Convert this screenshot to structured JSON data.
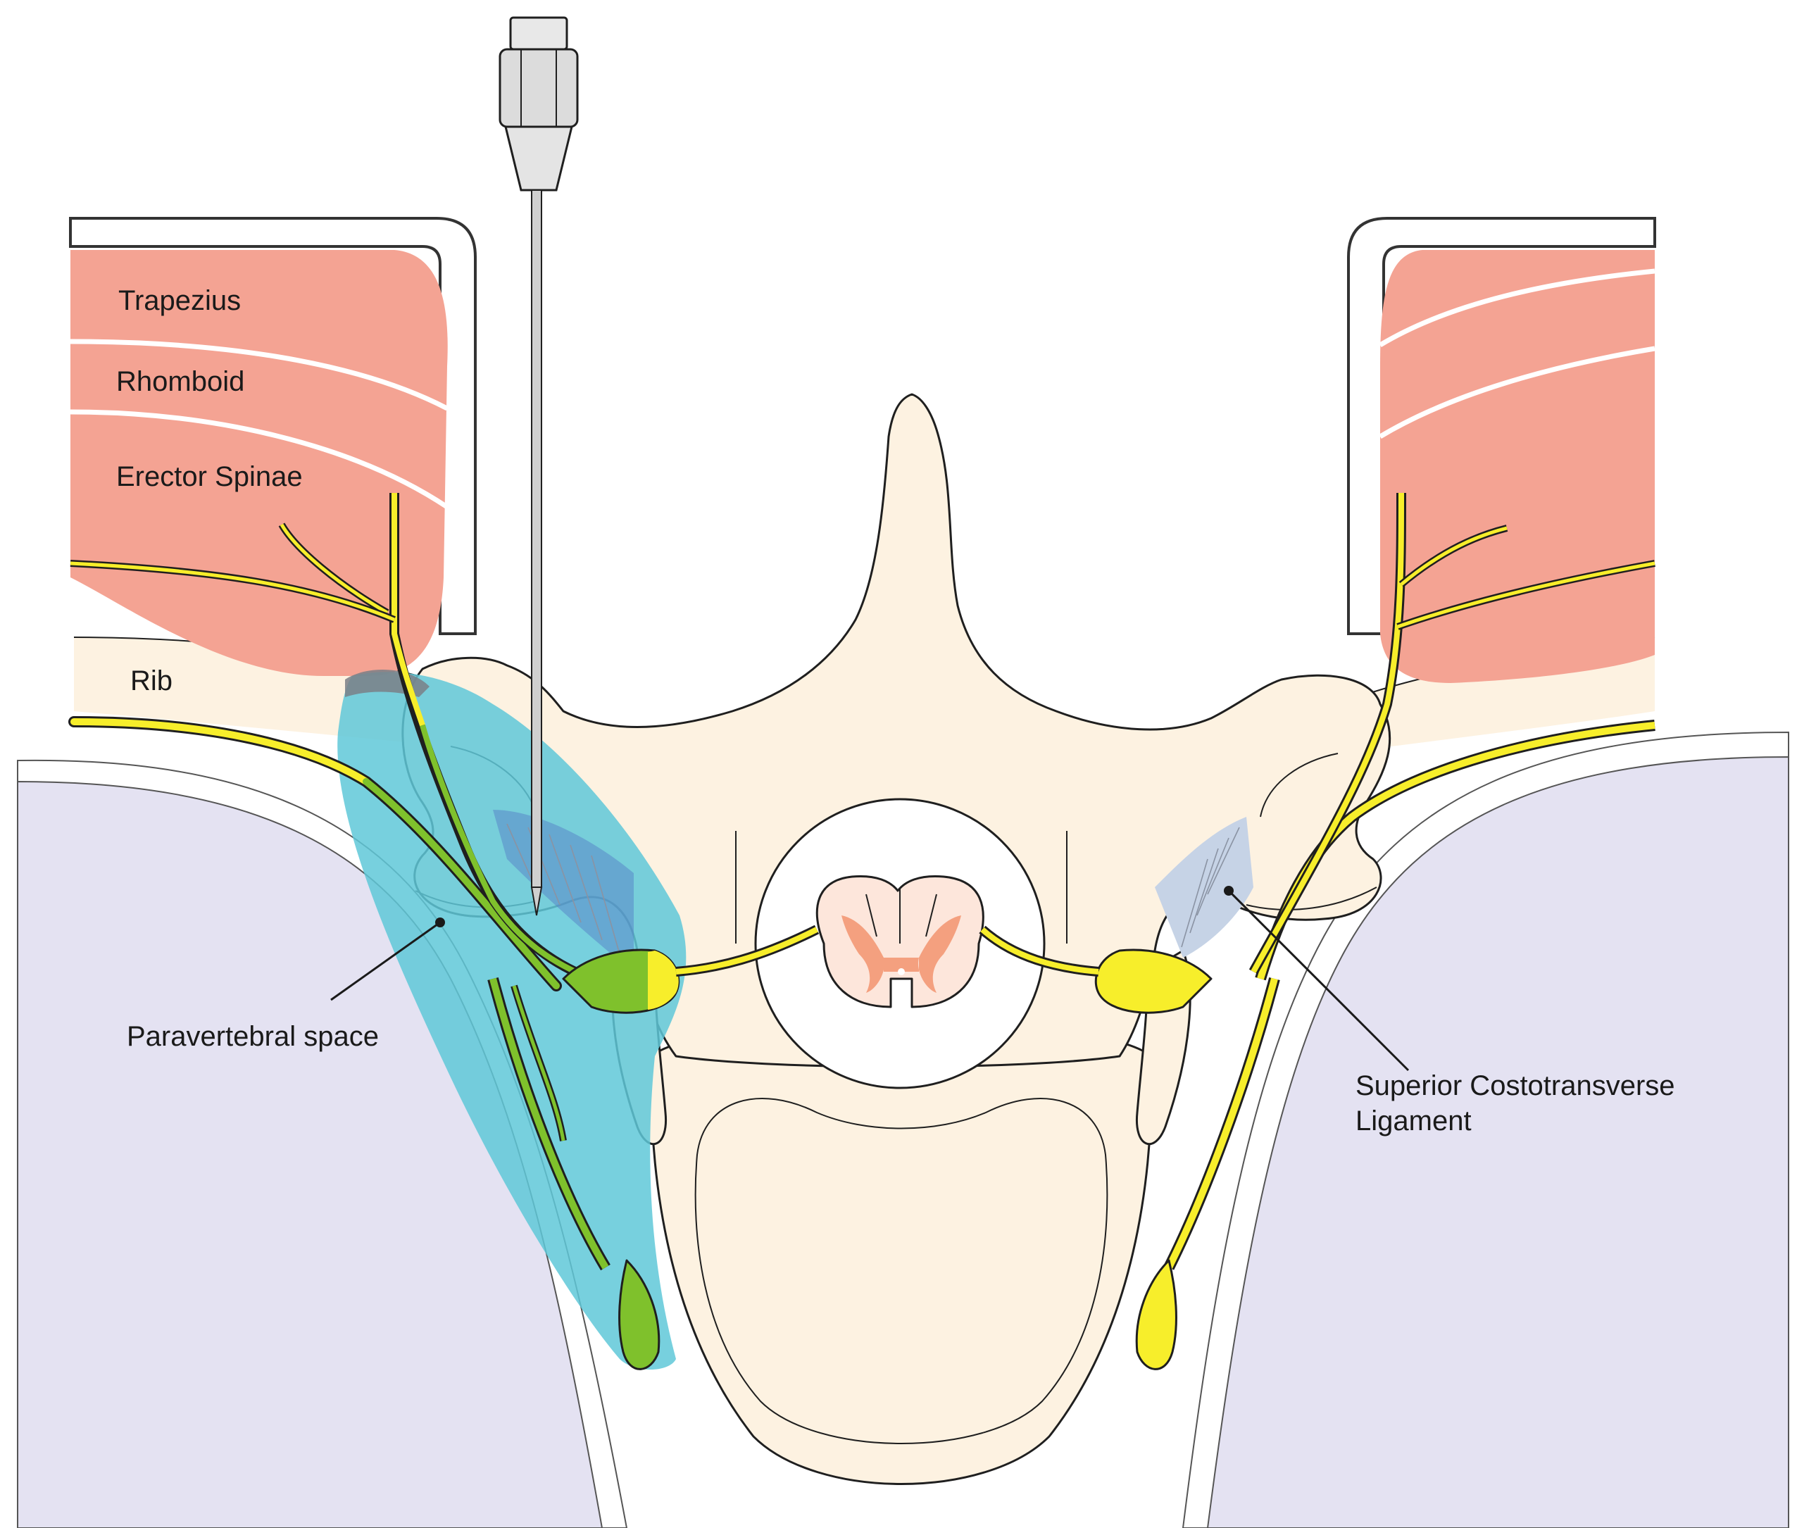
{
  "labels": {
    "trapezius": "Trapezius",
    "rhomboid": "Rhomboid",
    "erector_spinae": "Erector Spinae",
    "rib": "Rib",
    "paravertebral_space": "Paravertebral space",
    "ligament_line1": "Superior Costotransverse",
    "ligament_line2": "Ligament"
  },
  "colors": {
    "muscle": "#f4a393",
    "bone": "#fdf2e1",
    "lung": "#e4e2f2",
    "nerve_yellow": "#f7ee2b",
    "nerve_green": "#7fc12c",
    "paravertebral_fill": "#5fc8d8",
    "ligament": "#c6d3e6",
    "spinal_grey_matter": "#f4a07f"
  }
}
